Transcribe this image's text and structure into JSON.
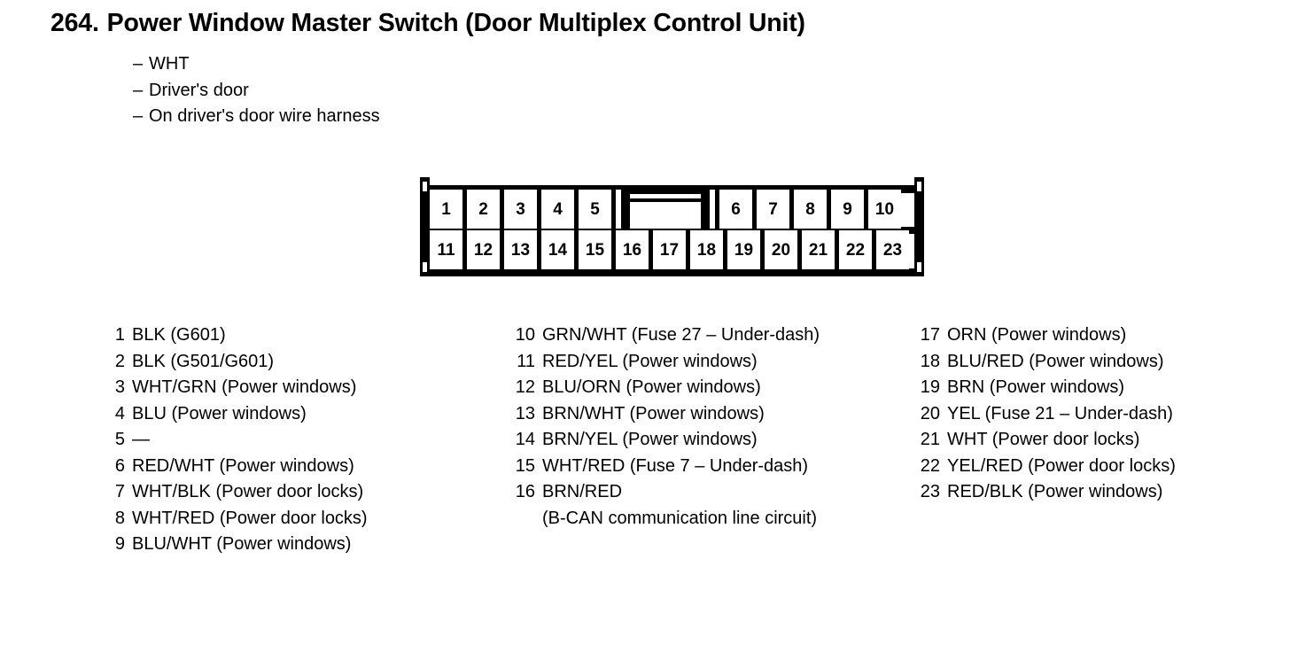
{
  "header": {
    "number": "264.",
    "title": "Power Window Master Switch (Door Multiplex Control Unit)",
    "subtitles": [
      "WHT",
      "Driver's door",
      "On driver's door wire harness"
    ],
    "dash": "–"
  },
  "connector": {
    "top_row_left": [
      "1",
      "2",
      "3",
      "4",
      "5"
    ],
    "top_row_right": [
      "6",
      "7",
      "8",
      "9",
      "10"
    ],
    "bottom_row": [
      "11",
      "12",
      "13",
      "14",
      "15",
      "16",
      "17",
      "18",
      "19",
      "20",
      "21",
      "22",
      "23"
    ]
  },
  "pin_columns": [
    {
      "items": [
        {
          "no": "1",
          "desc": "BLK (G601)"
        },
        {
          "no": "2",
          "desc": "BLK (G501/G601)"
        },
        {
          "no": "3",
          "desc": "WHT/GRN (Power windows)"
        },
        {
          "no": "4",
          "desc": "BLU (Power windows)"
        },
        {
          "no": "5",
          "desc": "—"
        },
        {
          "no": "6",
          "desc": "RED/WHT (Power windows)"
        },
        {
          "no": "7",
          "desc": "WHT/BLK (Power door locks)"
        },
        {
          "no": "8",
          "desc": "WHT/RED (Power door locks)"
        },
        {
          "no": "9",
          "desc": "BLU/WHT (Power windows)"
        }
      ]
    },
    {
      "items": [
        {
          "no": "10",
          "desc": "GRN/WHT (Fuse 27 – Under-dash)"
        },
        {
          "no": "11",
          "desc": "RED/YEL (Power windows)"
        },
        {
          "no": "12",
          "desc": "BLU/ORN (Power windows)"
        },
        {
          "no": "13",
          "desc": "BRN/WHT (Power windows)"
        },
        {
          "no": "14",
          "desc": "BRN/YEL (Power windows)"
        },
        {
          "no": "15",
          "desc": "WHT/RED (Fuse 7 – Under-dash)"
        },
        {
          "no": "16",
          "desc": "BRN/RED",
          "desc2": "(B-CAN communication line circuit)"
        }
      ]
    },
    {
      "items": [
        {
          "no": "17",
          "desc": "ORN (Power windows)"
        },
        {
          "no": "18",
          "desc": "BLU/RED (Power windows)"
        },
        {
          "no": "19",
          "desc": "BRN (Power windows)"
        },
        {
          "no": "20",
          "desc": "YEL (Fuse 21 – Under-dash)"
        },
        {
          "no": "21",
          "desc": "WHT (Power door locks)"
        },
        {
          "no": "22",
          "desc": "YEL/RED (Power door locks)"
        },
        {
          "no": "23",
          "desc": "RED/BLK (Power windows)"
        }
      ]
    }
  ]
}
